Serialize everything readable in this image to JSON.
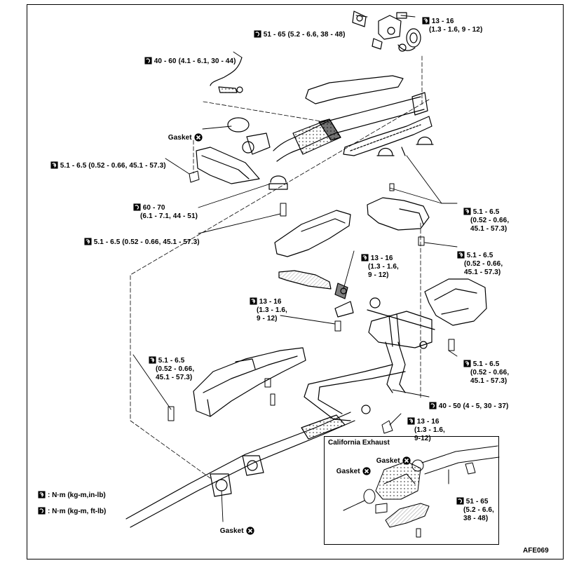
{
  "figure_id": "AFE069",
  "inset": {
    "title": "California Exhaust"
  },
  "gasket_label": "Gasket",
  "legend": [
    {
      "icon": "torque-in-lb-icon",
      "text": ": N·m (kg-m,in-lb)"
    },
    {
      "icon": "torque-ft-lb-icon",
      "text": ": N·m (kg-m, ft-lb)"
    }
  ],
  "torque_specs": [
    {
      "id": "t1",
      "icon": "ft-lb",
      "lines": [
        "51 - 65 (5.2 - 6.6, 38 - 48)"
      ]
    },
    {
      "id": "t2",
      "icon": "in-lb",
      "lines": [
        "13 - 16",
        "(1.3 - 1.6, 9 - 12)"
      ]
    },
    {
      "id": "t3",
      "icon": "ft-lb",
      "lines": [
        "40 - 60 (4.1 - 6.1, 30 - 44)"
      ]
    },
    {
      "id": "t4",
      "icon": "in-lb",
      "lines": [
        "5.1 - 6.5 (0.52 - 0.66, 45.1 - 57.3)"
      ]
    },
    {
      "id": "t5",
      "icon": "ft-lb",
      "lines": [
        "60 - 70",
        "(6.1 - 7.1, 44 - 51)"
      ]
    },
    {
      "id": "t6",
      "icon": "in-lb",
      "lines": [
        "5.1 - 6.5 (0.52 - 0.66, 45.1 - 57.3)"
      ]
    },
    {
      "id": "t7",
      "icon": "in-lb",
      "lines": [
        "5.1 - 6.5",
        "(0.52 - 0.66,",
        "45.1 - 57.3)"
      ]
    },
    {
      "id": "t8",
      "icon": "in-lb",
      "lines": [
        "13 - 16",
        "(1.3 - 1.6,",
        "9 - 12)"
      ]
    },
    {
      "id": "t9",
      "icon": "in-lb",
      "lines": [
        "5.1 - 6.5",
        "(0.52 - 0.66,",
        "45.1 - 57.3)"
      ]
    },
    {
      "id": "t10",
      "icon": "in-lb",
      "lines": [
        "13 - 16",
        "(1.3 - 1.6,",
        "9 - 12)"
      ]
    },
    {
      "id": "t11",
      "icon": "in-lb",
      "lines": [
        "5.1 - 6.5",
        "(0.52 - 0.66,",
        "45.1 - 57.3)"
      ]
    },
    {
      "id": "t12",
      "icon": "in-lb",
      "lines": [
        "5.1 - 6.5",
        "(0.52 - 0.66,",
        "45.1 - 57.3)"
      ]
    },
    {
      "id": "t13",
      "icon": "ft-lb",
      "lines": [
        "40 - 50 (4 - 5, 30 - 37)"
      ]
    },
    {
      "id": "t14",
      "icon": "in-lb",
      "lines": [
        "13 - 16",
        "(1.3 - 1.6,",
        "9-12)"
      ]
    },
    {
      "id": "t15",
      "icon": "ft-lb",
      "lines": [
        "51 - 65",
        "(5.2 - 6.6,",
        "38 - 48)"
      ]
    }
  ]
}
